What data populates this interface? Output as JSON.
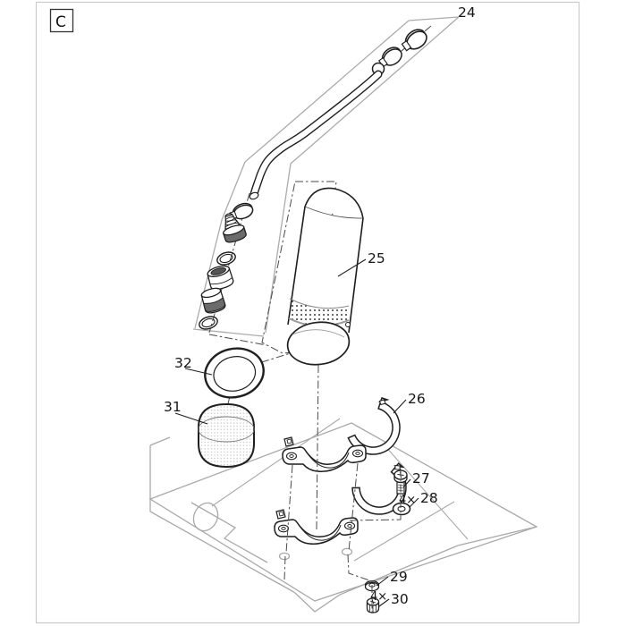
{
  "diagram": {
    "sheet_label": "C",
    "callouts": {
      "c24": "24",
      "c25": "25",
      "c26": "26",
      "c27": "27",
      "c28": "28",
      "c29": "29",
      "c30": "30",
      "c31": "31",
      "c32": "32"
    },
    "quantities": {
      "bolt_set": "4×",
      "nut_set": "4×"
    },
    "colors": {
      "background": "#ffffff",
      "part_line": "#1f1f1f",
      "reference_line": "#a9a9a9",
      "centerline": "#4a4a4a",
      "frame": "#c9c9c9",
      "shade_dark": "#6b6b6b",
      "perforation_dot": "#3a3a3a",
      "foam_dot": "#c4c4c4"
    }
  }
}
